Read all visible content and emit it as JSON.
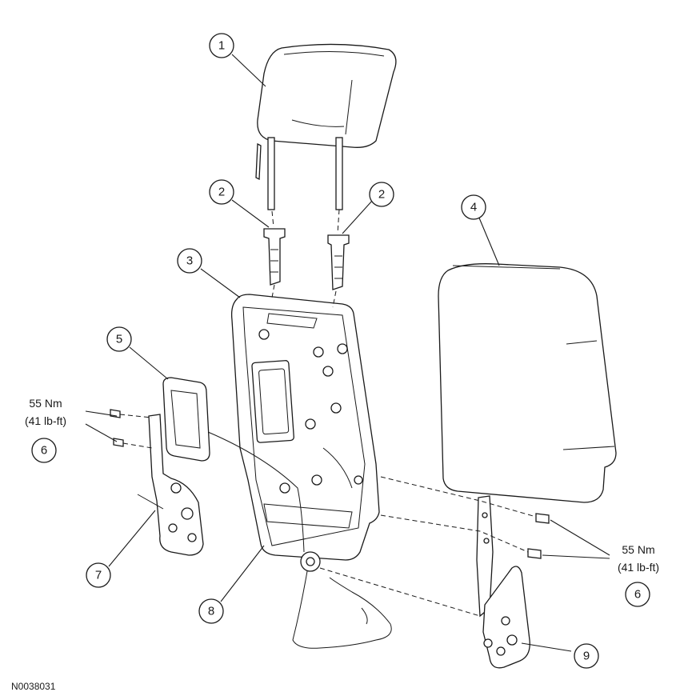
{
  "callouts": {
    "c1": "1",
    "c2a": "2",
    "c2b": "2",
    "c3": "3",
    "c4": "4",
    "c5": "5",
    "c6a": "6",
    "c6b": "6",
    "c7": "7",
    "c8": "8",
    "c9": "9"
  },
  "torque_left": {
    "line1": "55 Nm",
    "line2": "(41 lb-ft)"
  },
  "torque_right": {
    "line1": "55 Nm",
    "line2": "(41 lb-ft)"
  },
  "figure_id": "N0038031"
}
